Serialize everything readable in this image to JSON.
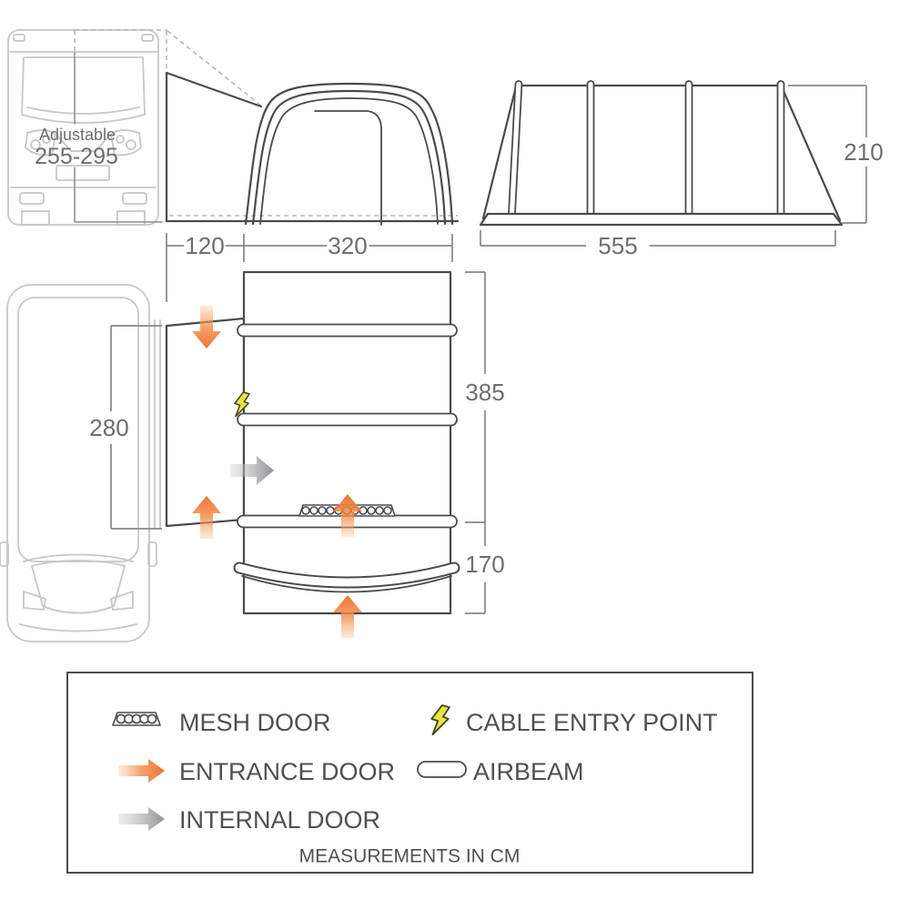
{
  "vehicle": {
    "label_line1": "Adjustable",
    "label_line2": "255-295"
  },
  "dimensions": {
    "tunnel_width": "120",
    "awning_width": "320",
    "side_length": "555",
    "height": "210",
    "van_side": "280",
    "main_depth": "385",
    "porch_depth": "170"
  },
  "legend": {
    "items": [
      {
        "icon": "mesh-door",
        "label": "MESH DOOR"
      },
      {
        "icon": "entrance-arrow",
        "label": "ENTRANCE DOOR"
      },
      {
        "icon": "internal-arrow",
        "label": "INTERNAL DOOR"
      },
      {
        "icon": "lightning",
        "label": "CABLE ENTRY POINT"
      },
      {
        "icon": "airbeam-capsule",
        "label": "AIRBEAM"
      }
    ],
    "note": "MEASUREMENTS IN CM"
  },
  "colors": {
    "line_dark": "#4a4b4d",
    "line_dim": "#85878a",
    "van_outline": "#c6c7c9",
    "entrance_orange": "#ee7231",
    "internal_grey": "#8e9093",
    "cable_yellow": "#e9e53f",
    "text_main": "#4f5052",
    "text_dim": "#6d6e71"
  }
}
